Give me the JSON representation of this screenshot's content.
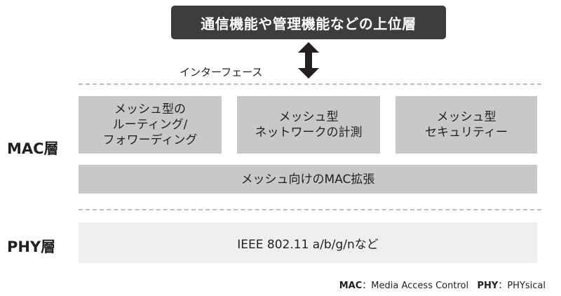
{
  "top_layer": "通信機能や管理機能などの上位層",
  "interface_label": "インターフェース",
  "mac_layer": {
    "label": "MAC層",
    "boxes": [
      "メッシュ型の\nルーティング/\nフォワーディング",
      "メッシュ型\nネットワークの計測",
      "メッシュ型\nセキュリティー"
    ],
    "extension": "メッシュ向けのMAC拡張"
  },
  "phy_layer": {
    "label": "PHY層",
    "standard": "IEEE 802.11 a/b/g/nなど"
  },
  "legend": {
    "mac_abbr": "MAC",
    "mac_full": "：Media Access Control",
    "phy_abbr": "PHY",
    "phy_full": "：PHYsical"
  }
}
